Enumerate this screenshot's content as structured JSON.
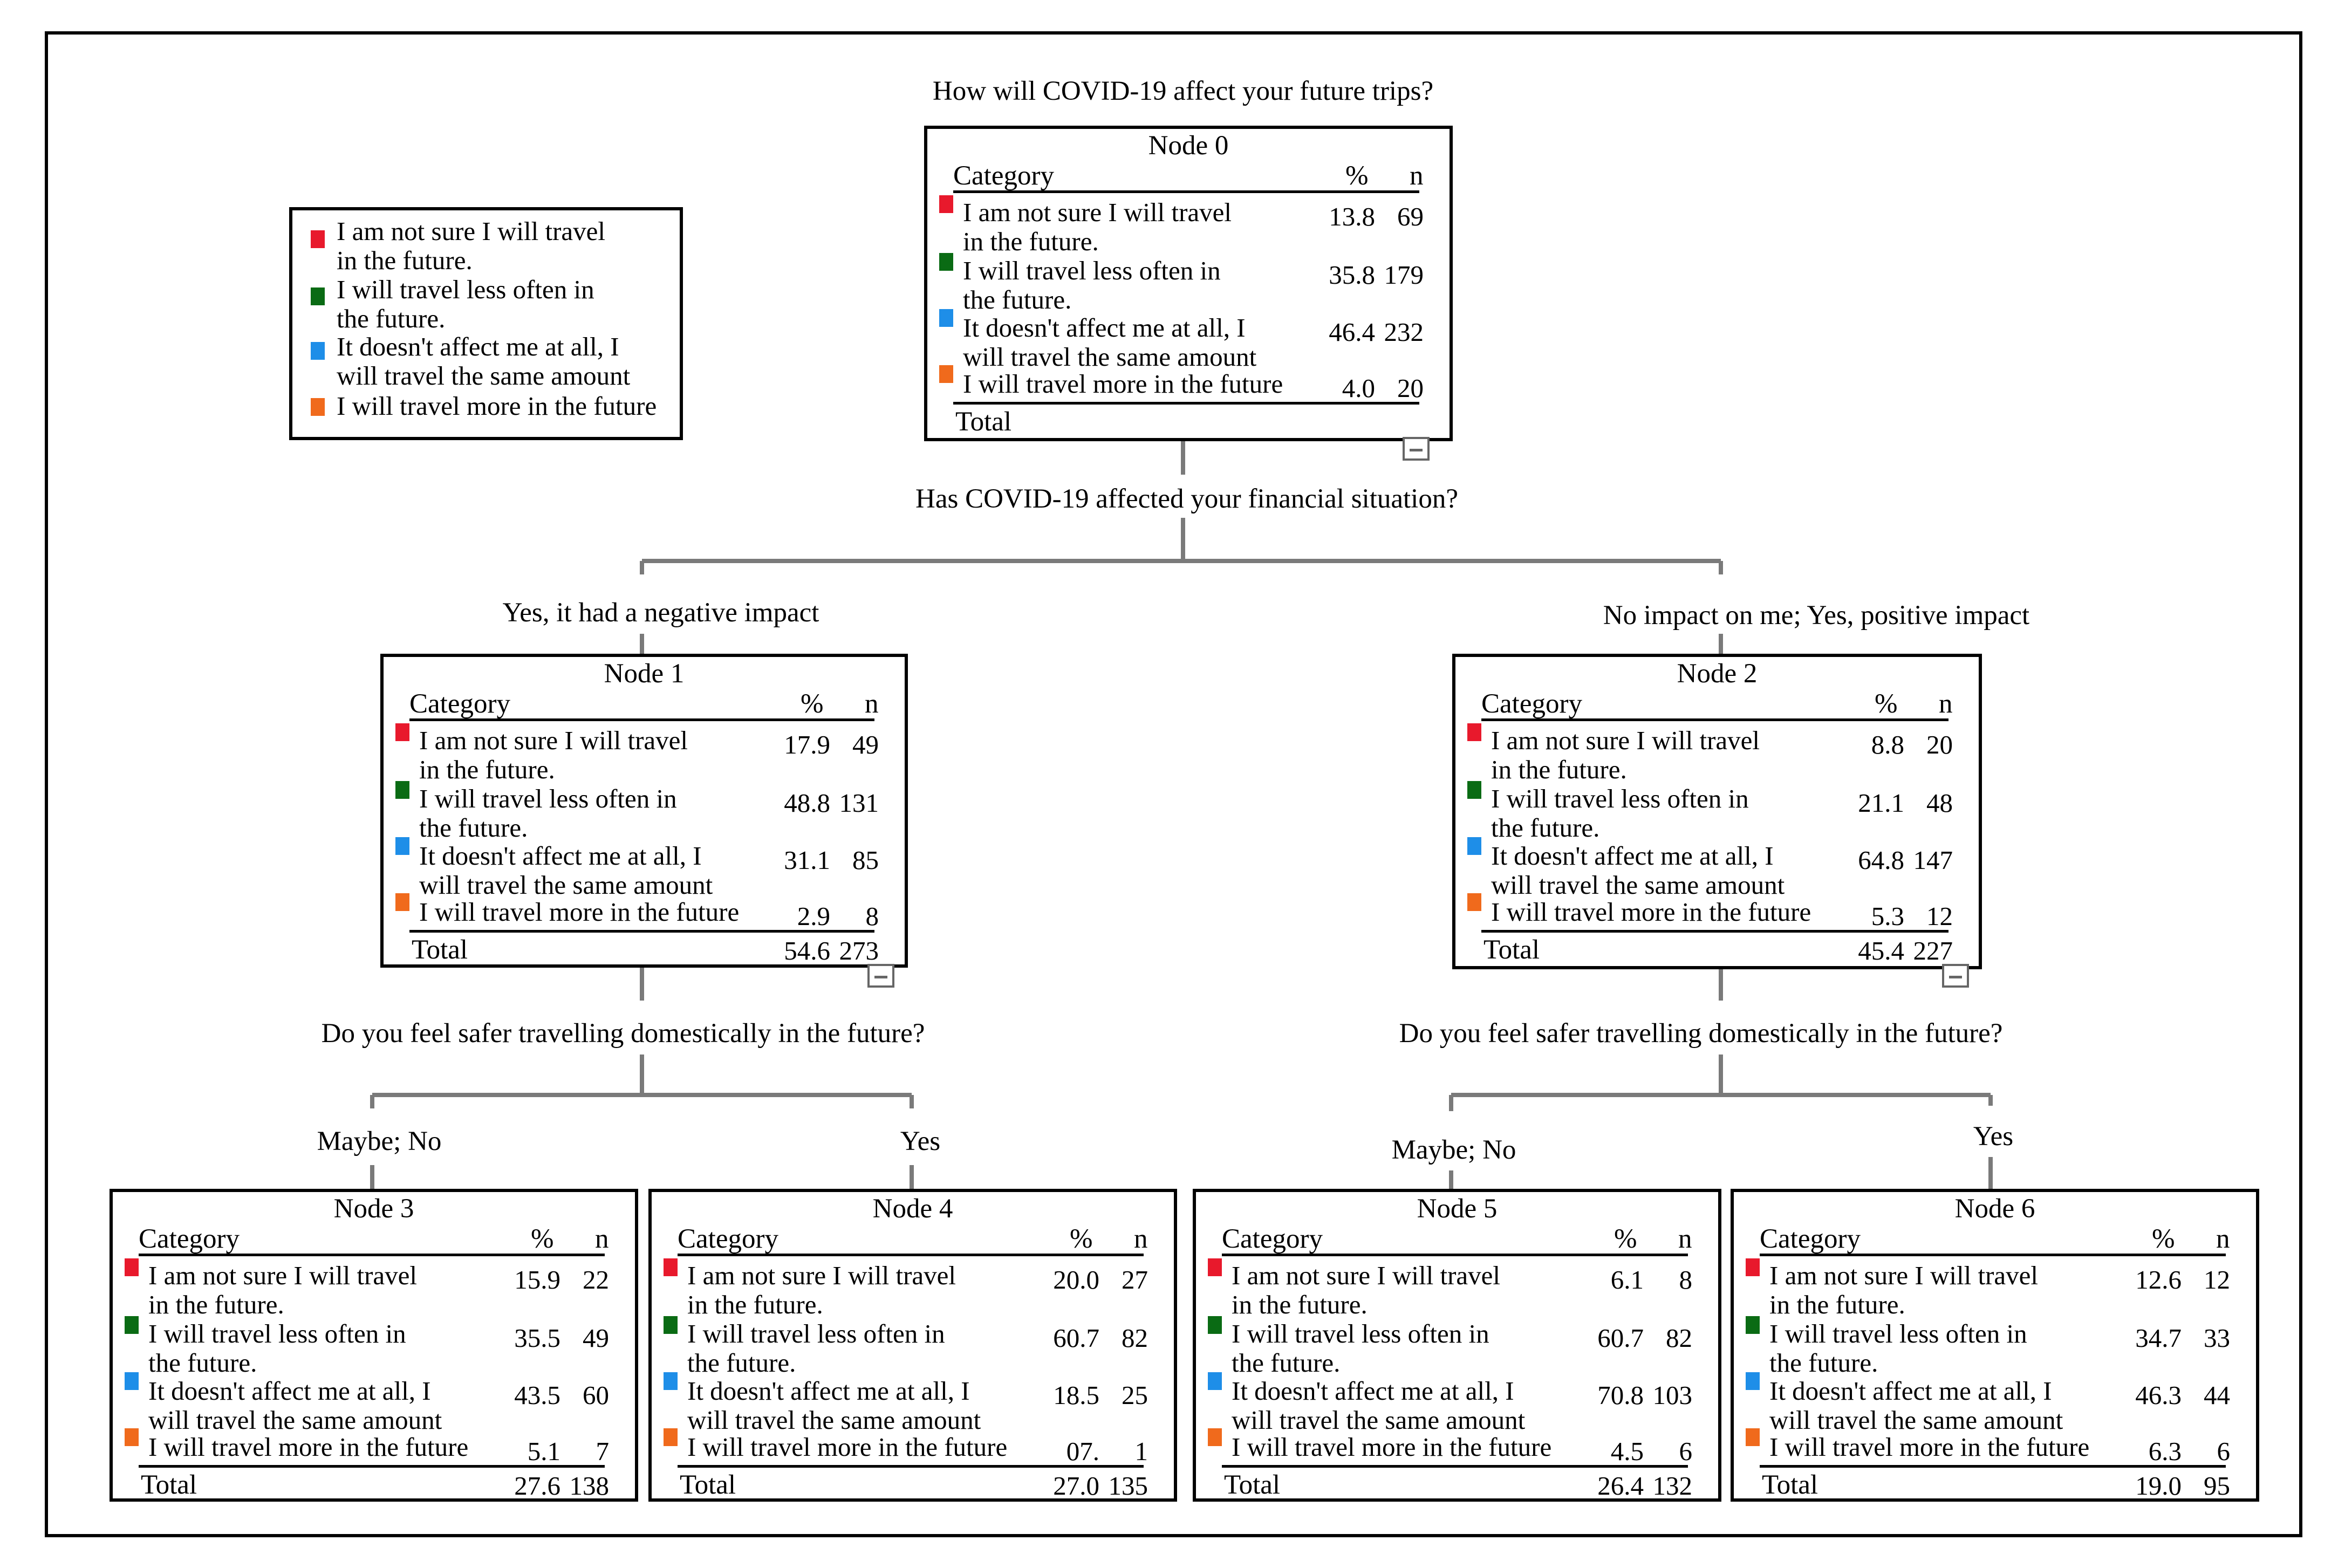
{
  "colors": {
    "not_sure": "#e8192c",
    "less_often": "#0a6b14",
    "no_effect": "#1e8ee8",
    "more": "#f06a1c",
    "edge": "#7a7a7a"
  },
  "legend": [
    {
      "key": "not_sure",
      "label": "I am not sure I will travel\nin the future."
    },
    {
      "key": "less_often",
      "label": "I will travel less often in\nthe future."
    },
    {
      "key": "no_effect",
      "label": "It doesn't affect me at all, I\nwill travel the same amount"
    },
    {
      "key": "more",
      "label": "I will travel more in the future"
    }
  ],
  "root_question": "How will COVID-19 affect your future trips?",
  "split_1_question": "Has COVID-19 affected your financial situation?",
  "split_1_branches": [
    "Yes, it had a negative impact",
    "No impact on me; Yes, positive impact"
  ],
  "split_2_question": "Do you feel safer travelling domestically in the future?",
  "split_3_question": "Do you feel safer travelling domestically in the future?",
  "split_2_branches": [
    "Maybe; No",
    "Yes"
  ],
  "split_3_branches": [
    "Maybe; No",
    "Yes"
  ],
  "table_headers": {
    "category": "Category",
    "pct": "%",
    "n": "n",
    "total": "Total"
  },
  "nodes": [
    {
      "title": "Node 0",
      "rows": [
        {
          "key": "not_sure",
          "label": "I am not sure I will travel\nin the future.",
          "pct": "13.8",
          "n": "69"
        },
        {
          "key": "less_often",
          "label": "I will travel less often in\nthe future.",
          "pct": "35.8",
          "n": "179"
        },
        {
          "key": "no_effect",
          "label": "It doesn't affect me at all, I\nwill travel the same amount",
          "pct": "46.4",
          "n": "232"
        },
        {
          "key": "more",
          "label": "I will travel more in the future",
          "pct": "4.0",
          "n": "20"
        }
      ],
      "total_pct": "",
      "total_n": ""
    },
    {
      "title": "Node 1",
      "rows": [
        {
          "key": "not_sure",
          "label": "I am not sure I will travel\nin the future.",
          "pct": "17.9",
          "n": "49"
        },
        {
          "key": "less_often",
          "label": "I will travel less often in\nthe future.",
          "pct": "48.8",
          "n": "131"
        },
        {
          "key": "no_effect",
          "label": "It doesn't affect me at all, I\nwill travel the same amount",
          "pct": "31.1",
          "n": "85"
        },
        {
          "key": "more",
          "label": "I will travel more in the future",
          "pct": "2.9",
          "n": "8"
        }
      ],
      "total_pct": "54.6",
      "total_n": "273"
    },
    {
      "title": "Node 2",
      "rows": [
        {
          "key": "not_sure",
          "label": "I am not sure I will travel\nin the future.",
          "pct": "8.8",
          "n": "20"
        },
        {
          "key": "less_often",
          "label": "I will travel less often in\nthe future.",
          "pct": "21.1",
          "n": "48"
        },
        {
          "key": "no_effect",
          "label": "It doesn't affect me at all, I\nwill travel the same amount",
          "pct": "64.8",
          "n": "147"
        },
        {
          "key": "more",
          "label": "I will travel more in the future",
          "pct": "5.3",
          "n": "12"
        }
      ],
      "total_pct": "45.4",
      "total_n": "227"
    },
    {
      "title": "Node 3",
      "rows": [
        {
          "key": "not_sure",
          "label": "I am not sure I will travel\nin the future.",
          "pct": "15.9",
          "n": "22"
        },
        {
          "key": "less_often",
          "label": "I will travel less often in\nthe future.",
          "pct": "35.5",
          "n": "49"
        },
        {
          "key": "no_effect",
          "label": "It doesn't affect me at all, I\nwill travel the same amount",
          "pct": "43.5",
          "n": "60"
        },
        {
          "key": "more",
          "label": "I will travel more in the future",
          "pct": "5.1",
          "n": "7"
        }
      ],
      "total_pct": "27.6",
      "total_n": "138"
    },
    {
      "title": "Node 4",
      "rows": [
        {
          "key": "not_sure",
          "label": "I am not sure I will travel\nin the future.",
          "pct": "20.0",
          "n": "27"
        },
        {
          "key": "less_often",
          "label": "I will travel less often in\nthe future.",
          "pct": "60.7",
          "n": "82"
        },
        {
          "key": "no_effect",
          "label": "It doesn't affect me at all, I\nwill travel the same amount",
          "pct": "18.5",
          "n": "25"
        },
        {
          "key": "more",
          "label": "I will travel more in the future",
          "pct": "07.",
          "n": "1"
        }
      ],
      "total_pct": "27.0",
      "total_n": "135"
    },
    {
      "title": "Node 5",
      "rows": [
        {
          "key": "not_sure",
          "label": "I am not sure I will travel\nin the future.",
          "pct": "6.1",
          "n": "8"
        },
        {
          "key": "less_often",
          "label": "I will travel less often in\nthe future.",
          "pct": "60.7",
          "n": "82"
        },
        {
          "key": "no_effect",
          "label": "It doesn't affect me at all, I\nwill travel the same amount",
          "pct": "70.8",
          "n": "103"
        },
        {
          "key": "more",
          "label": "I will travel more in the future",
          "pct": "4.5",
          "n": "6"
        }
      ],
      "total_pct": "26.4",
      "total_n": "132"
    },
    {
      "title": "Node 6",
      "rows": [
        {
          "key": "not_sure",
          "label": "I am not sure I will travel\nin the future.",
          "pct": "12.6",
          "n": "12"
        },
        {
          "key": "less_often",
          "label": "I will travel less often in\nthe future.",
          "pct": "34.7",
          "n": "33"
        },
        {
          "key": "no_effect",
          "label": "It doesn't affect me at all, I\nwill travel the same amount",
          "pct": "46.3",
          "n": "44"
        },
        {
          "key": "more",
          "label": "I will travel more in the future",
          "pct": "6.3",
          "n": "6"
        }
      ],
      "total_pct": "19.0",
      "total_n": "95"
    }
  ]
}
